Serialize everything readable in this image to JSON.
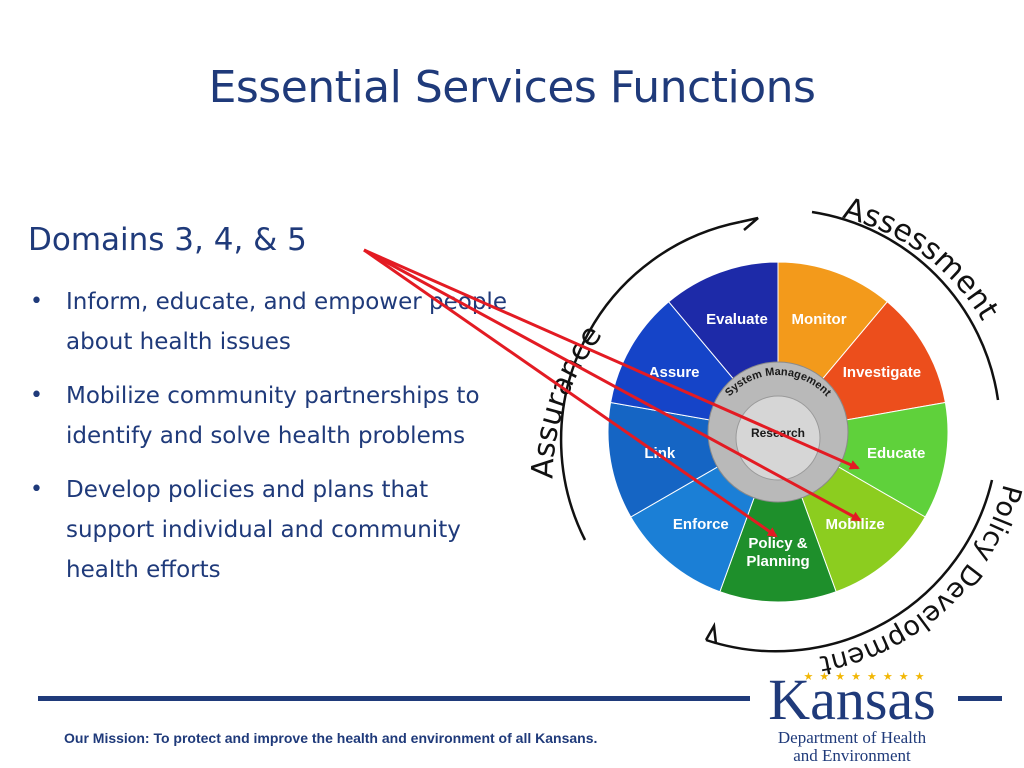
{
  "title": "Essential Services Functions",
  "left_panel": {
    "heading": "Domains 3, 4, & 5",
    "bullets": [
      "Inform, educate, and empower people about health issues",
      "Mobilize community partnerships to identify and solve health problems",
      "Develop policies and plans that support individual and community health efforts"
    ]
  },
  "wheel": {
    "outer_labels": {
      "top": "Assessment",
      "left": "Assurance",
      "right": "Policy Development"
    },
    "ring_label": "System Management",
    "center_label": "Research",
    "segments": [
      {
        "label": "Monitor",
        "color": "#f39a1b"
      },
      {
        "label": "Investigate",
        "color": "#ec4e1c"
      },
      {
        "label": "Educate",
        "color": "#5fd13b"
      },
      {
        "label": "Mobilize",
        "color": "#8ccd1f"
      },
      {
        "label": "Policy & Planning",
        "color": "#1e8f2b"
      },
      {
        "label": "Enforce",
        "color": "#1b7fd6"
      },
      {
        "label": "Link",
        "color": "#1565c4"
      },
      {
        "label": "Assure",
        "color": "#1544c8"
      },
      {
        "label": "Evaluate",
        "color": "#1d2aa8"
      }
    ]
  },
  "footer": {
    "mission": "Our Mission: To protect and improve the health and environment of all Kansans.",
    "logo_word": "Kansas",
    "logo_line1": "Department of Health",
    "logo_line2": "and Environment"
  },
  "colors": {
    "title": "#1f3a7a",
    "arrow": "#e31b23"
  }
}
